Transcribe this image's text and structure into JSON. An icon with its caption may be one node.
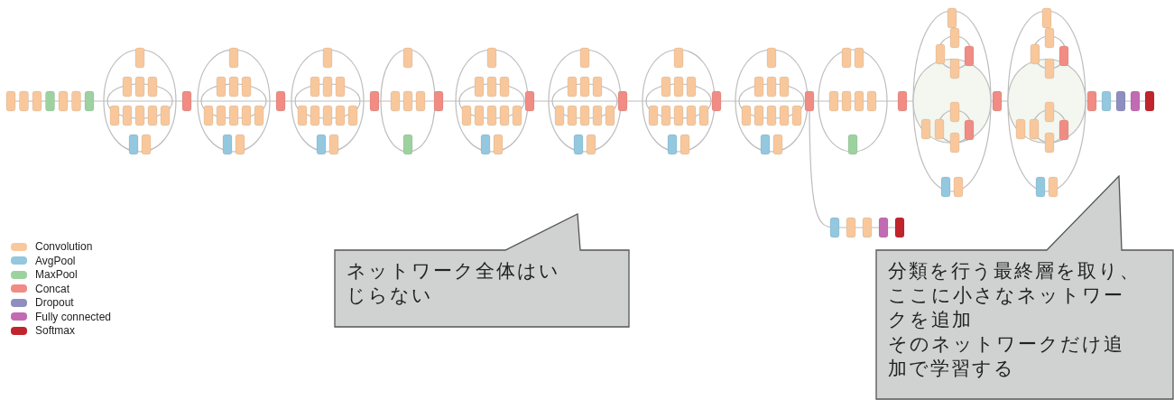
{
  "diagram": {
    "nodes": [
      {
        "text": [
          "ネットワーク全体はいじらない"
        ]
      },
      {
        "text": [
          "分類を行う最終層を取り、ここに小さなネットワークを追加",
          "そのネットワークだけ追加で学習する"
        ]
      }
    ],
    "legend": [
      {
        "text": "Convolution",
        "color": "#f8c89c"
      },
      {
        "text": "AvgPool",
        "color": "#93c8df"
      },
      {
        "text": "MaxPool",
        "color": "#9dd2a0"
      },
      {
        "text": "Concat",
        "color": "#f08c84"
      },
      {
        "text": "Dropout",
        "color": "#8e8fc0"
      },
      {
        "text": "Fully connected",
        "color": "#c26bb3"
      },
      {
        "text": "Softmax",
        "color": "#c0242c"
      }
    ]
  }
}
